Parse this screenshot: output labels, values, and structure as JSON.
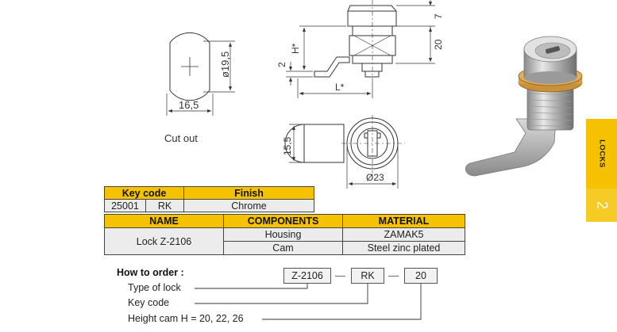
{
  "drawing": {
    "dim_cut_width": "16,5",
    "dim_cut_diameter": "ø19,5",
    "dim_top_height": "7",
    "dim_body_height": "20",
    "dim_h": "H*",
    "dim_two": "2",
    "dim_l": "L*",
    "dim_cam_height": "15,5",
    "dim_diameter_23": "Ø23",
    "cutout_label": "Cut out"
  },
  "key_table": {
    "headers": [
      "Key code",
      "Finish"
    ],
    "row": [
      "25001",
      "RK",
      "Chrome"
    ]
  },
  "components_table": {
    "headers": [
      "NAME",
      "COMPONENTS",
      "MATERIAL"
    ],
    "name": "Lock Z-2106",
    "rows": [
      [
        "Housing",
        "ZAMAK5"
      ],
      [
        "Cam",
        "Steel zinc plated"
      ]
    ]
  },
  "order": {
    "title": "How to order :",
    "lines": [
      "Type of lock",
      "Key code",
      "Height cam H = 20, 22, 26"
    ],
    "boxes": [
      "Z-2106",
      "RK",
      "20"
    ],
    "separator": "—"
  },
  "side_tab": {
    "label": "LOCKS",
    "number": "2"
  },
  "colors": {
    "accent": "#f6c200",
    "table_cell": "#ececec"
  }
}
